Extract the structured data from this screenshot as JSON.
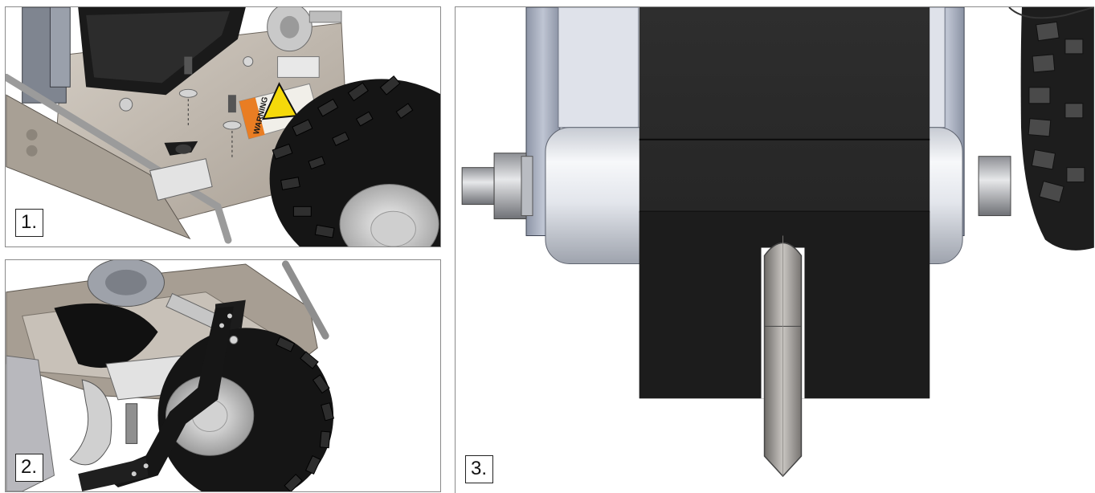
{
  "steps": [
    {
      "label": "1."
    },
    {
      "label": "2."
    },
    {
      "label": "3."
    }
  ],
  "decal": {
    "warning_text": "WARNING"
  },
  "colors": {
    "frame_metal": "#b9b1a6",
    "rubber_black": "#1c1c1c",
    "warning_yellow": "#f5d90a",
    "warning_orange": "#e97d23",
    "steel_light": "#d9dde6",
    "panel_border": "#8a8a8a"
  },
  "icons": [
    "warning-triangle-icon"
  ]
}
